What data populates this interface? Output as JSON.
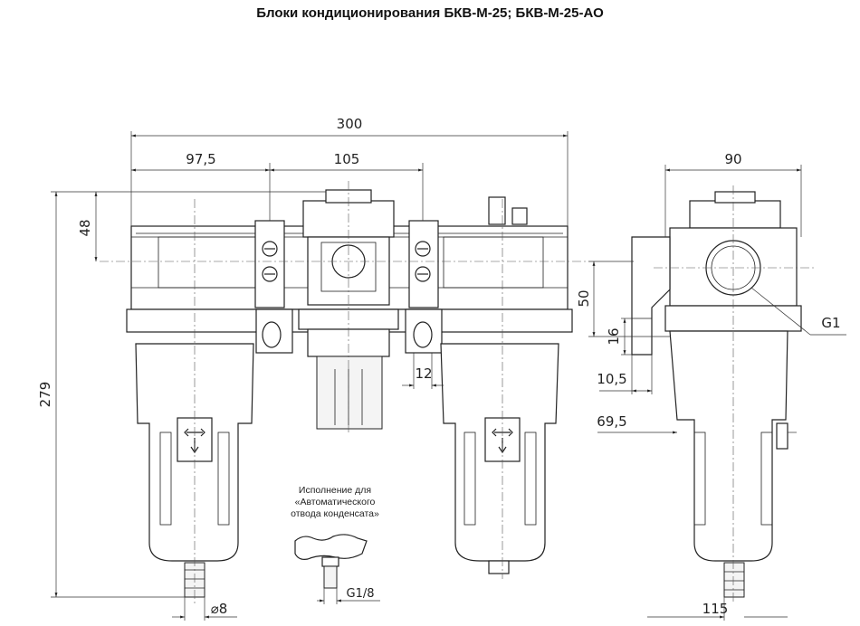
{
  "title": "Блоки кондиционирования БКВ-М-25; БКВ-М-25-АО",
  "dimensions": {
    "overall_width": "300",
    "left_unit": "97,5",
    "center_unit": "105",
    "side_depth": "90",
    "top_height": "48",
    "total_height": "279",
    "mid_height": "50",
    "bracket_16": "16",
    "bracket_10_5": "10,5",
    "bracket_69_5": "69,5",
    "hole_12": "12",
    "drain_dia": "⌀8",
    "side_drain": "115",
    "port_thread": "G1",
    "auto_thread": "G1/8"
  },
  "note": {
    "line1": "Исполнение для",
    "line2": "«Автоматического",
    "line3": "отвода конденсата»"
  }
}
